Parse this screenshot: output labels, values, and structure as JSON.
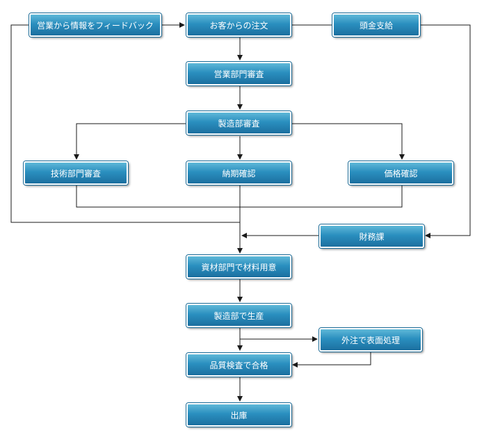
{
  "nodes": {
    "sales_feedback": "営業から情報をフィードバック",
    "customer_order": "お客からの注文",
    "deposit": "頭金支給",
    "sales_review": "営業部門審査",
    "manufacturing_review": "製造部審査",
    "tech_review": "技術部門審査",
    "delivery_check": "納期確認",
    "price_check": "価格確認",
    "finance": "財務課",
    "materials_prep": "資材部門で材料用意",
    "production": "製造部で生産",
    "surface_treatment": "外注で表面処理",
    "quality_pass": "品質検査で合格",
    "shipping": "出庫"
  },
  "colors": {
    "node_top": "#5fb8d8",
    "node_bottom": "#1c6f9f",
    "connector": "#1a1a1a"
  }
}
